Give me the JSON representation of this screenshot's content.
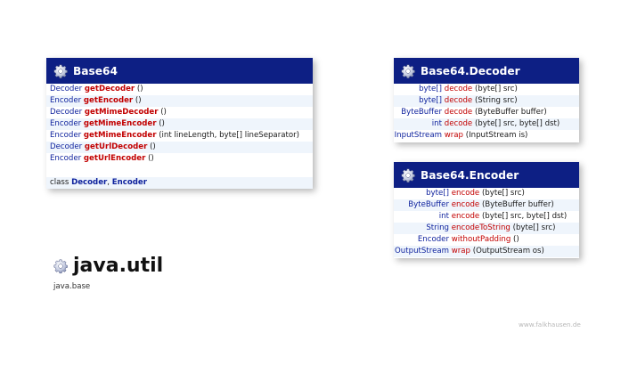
{
  "base64": {
    "title": "Base64",
    "methods": [
      {
        "type": "Decoder",
        "name": "getDecoder",
        "args": "()"
      },
      {
        "type": "Encoder",
        "name": "getEncoder",
        "args": "()"
      },
      {
        "type": "Decoder",
        "name": "getMimeDecoder",
        "args": "()"
      },
      {
        "type": "Encoder",
        "name": "getMimeEncoder",
        "args": "()"
      },
      {
        "type": "Encoder",
        "name": "getMimeEncoder",
        "args": "(int lineLength, byte[] lineSeparator)"
      },
      {
        "type": "Decoder",
        "name": "getUrlDecoder",
        "args": "()"
      },
      {
        "type": "Encoder",
        "name": "getUrlEncoder",
        "args": "()"
      }
    ],
    "class_label": "class",
    "nested": [
      "Decoder",
      "Encoder"
    ],
    "nested_sep": ","
  },
  "decoder": {
    "title": "Base64.Decoder",
    "methods": [
      {
        "type": "byte[]",
        "name": "decode",
        "args": "(byte[] src)"
      },
      {
        "type": "byte[]",
        "name": "decode",
        "args": "(String src)"
      },
      {
        "type": "ByteBuffer",
        "name": "decode",
        "args": "(ByteBuffer buffer)"
      },
      {
        "type": "int",
        "name": "decode",
        "args": "(byte[] src, byte[] dst)"
      },
      {
        "type": "InputStream",
        "name": "wrap",
        "args": "(InputStream is)"
      }
    ]
  },
  "encoder": {
    "title": "Base64.Encoder",
    "methods": [
      {
        "type": "byte[]",
        "name": "encode",
        "args": "(byte[] src)"
      },
      {
        "type": "ByteBuffer",
        "name": "encode",
        "args": "(ByteBuffer buffer)"
      },
      {
        "type": "int",
        "name": "encode",
        "args": "(byte[] src, byte[] dst)"
      },
      {
        "type": "String",
        "name": "encodeToString",
        "args": "(byte[] src)"
      },
      {
        "type": "Encoder",
        "name": "withoutPadding",
        "args": "()"
      },
      {
        "type": "OutputStream",
        "name": "wrap",
        "args": "(OutputStream os)"
      }
    ]
  },
  "package": {
    "name": "java.util",
    "module": "java.base",
    "icon": "gear-icon"
  },
  "credit": "www.falkhausen.de",
  "colors": {
    "header": "#0d1f84",
    "type": "#0b1f9c",
    "method": "#c20000",
    "row_shade": "#eff5fc"
  }
}
